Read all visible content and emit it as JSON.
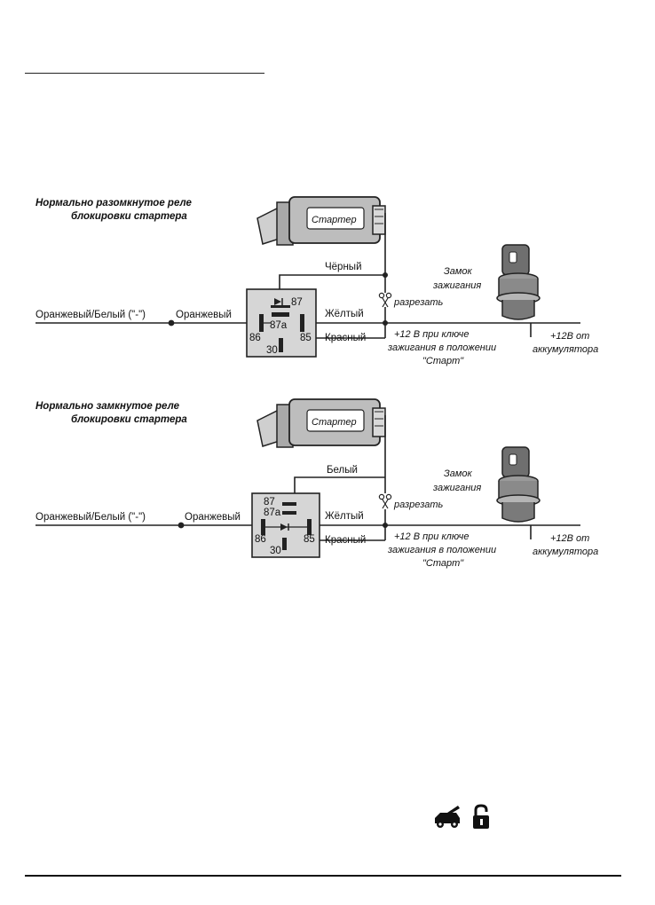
{
  "diagram_a": {
    "title_line1": "Нормально разомкнутое реле",
    "title_line2": "блокировки стартера",
    "starter": "Стартер",
    "wire_top": "Чёрный",
    "wire_yellow": "Жёлтый",
    "wire_red": "Красный",
    "wire_left": "Оранжевый/Белый (\"-\")",
    "wire_orange": "Оранжевый",
    "cut": "разрезать",
    "pins": {
      "p87": "87",
      "p87a": "87a",
      "p86": "86",
      "p85": "85",
      "p30": "30"
    },
    "lock_line1": "Замок",
    "lock_line2": "зажигания",
    "ign_line1": "+12 В при ключе",
    "ign_line2": "зажигания в положении",
    "ign_line3": "\"Старт\"",
    "bat_line1": "+12В от",
    "bat_line2": "аккумулятора"
  },
  "diagram_b": {
    "title_line1": "Нормально замкнутое реле",
    "title_line2": "блокировки стартера",
    "starter": "Стартер",
    "wire_top": "Белый",
    "wire_yellow": "Жёлтый",
    "wire_red": "Красный",
    "wire_left": "Оранжевый/Белый (\"-\")",
    "wire_orange": "Оранжевый",
    "cut": "разрезать",
    "pins": {
      "p87": "87",
      "p87a": "87a",
      "p86": "86",
      "p85": "85",
      "p30": "30"
    },
    "lock_line1": "Замок",
    "lock_line2": "зажигания",
    "ign_line1": "+12 В при ключе",
    "ign_line2": "зажигания в положении",
    "ign_line3": "\"Старт\"",
    "bat_line1": "+12В от",
    "bat_line2": "аккумулятора"
  },
  "colors": {
    "line": "#222222",
    "relay_fill": "#d6d6d6",
    "starter_fill": "#bdbdbd",
    "lock_fill": "#8a8a8a"
  },
  "icons": [
    "car-trunk-icon",
    "unlocked-padlock-icon"
  ]
}
